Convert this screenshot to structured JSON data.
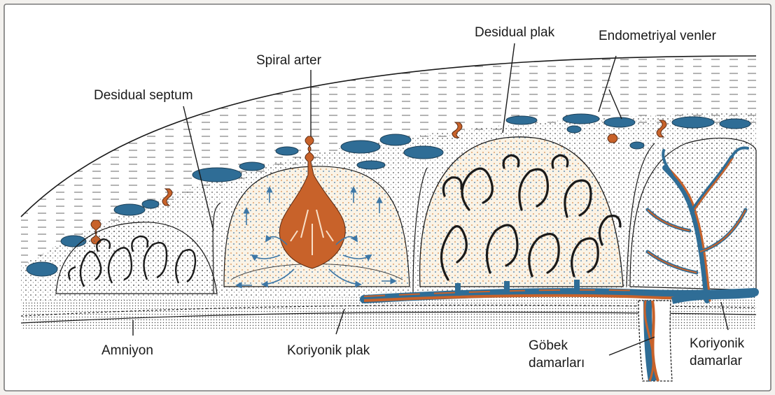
{
  "labels": {
    "desidual_plak": "Desidual plak",
    "endometriyal_venler": "Endometriyal venler",
    "spiral_arter": "Spiral arter",
    "desidual_septum": "Desidual septum",
    "amniyon": "Amniyon",
    "koriyonik_plak": "Koriyonik plak",
    "gobek_damarlari_1": "Göbek",
    "gobek_damarlari_2": "damarları",
    "koriyonik_damarlar_1": "Koriyonik",
    "koriyonik_damarlar_2": "damarlar"
  },
  "colors": {
    "vein_blue": "#2f6d96",
    "artery_red": "#c8622a",
    "decidua_cream": "#f4ecd8",
    "ink": "#1a1a1a"
  }
}
